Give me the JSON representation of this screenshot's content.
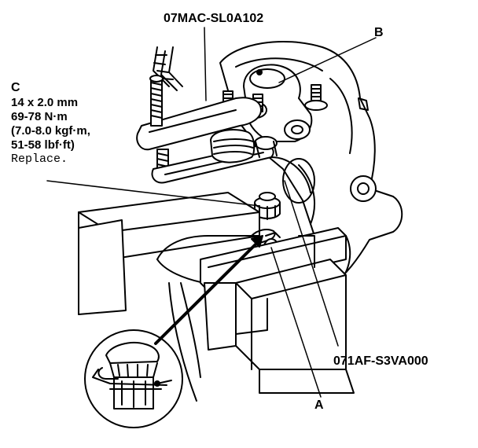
{
  "labels": {
    "tool_top": "07MAC-SL0A102",
    "b": "B",
    "c": "C",
    "a": "A",
    "tool_bottom": "071AF-S3VA000"
  },
  "spec_c": [
    "14 x 2.0 mm",
    "69-78 N·m",
    "(7.0-8.0 kgf·m,",
    "51-58 lbf·ft)",
    "Replace."
  ]
}
